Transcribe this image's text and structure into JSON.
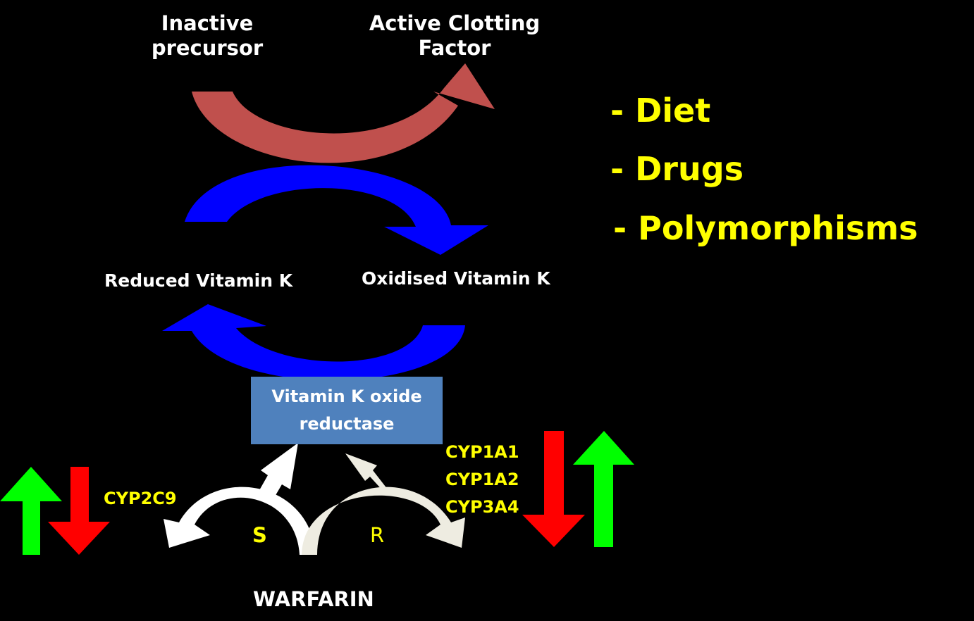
{
  "labels": {
    "inactive_precursor": [
      "Inactive",
      "precursor"
    ],
    "active_factor": [
      "Active Clotting",
      "Factor"
    ],
    "reduced_vitk": "Reduced Vitamin K",
    "oxidised_vitk": "Oxidised Vitamin K",
    "enzyme": [
      "Vitamin K oxide",
      "reductase"
    ],
    "drug": "WARFARIN",
    "s_enantiomer": "S",
    "r_enantiomer": "R",
    "cyp_left": "CYP2C9",
    "cyp_right": [
      "CYP1A1",
      "CYP1A2",
      "CYP3A4"
    ]
  },
  "factors": [
    "- Diet",
    "- Drugs",
    "- Polymorphisms"
  ],
  "colors": {
    "background": "#000000",
    "clotting_arrow": "#c0504d",
    "vitk_arrows": "#0000ff",
    "enzyme_box": "#4f81bd",
    "s_arrow": "#ffffff",
    "r_arrow": "#eeece1",
    "up_arrow": "#00ff00",
    "down_arrow": "#ff0000",
    "highlight_text": "#ffff00"
  },
  "icons": {
    "increase": "up-arrow-icon",
    "decrease": "down-arrow-icon"
  }
}
